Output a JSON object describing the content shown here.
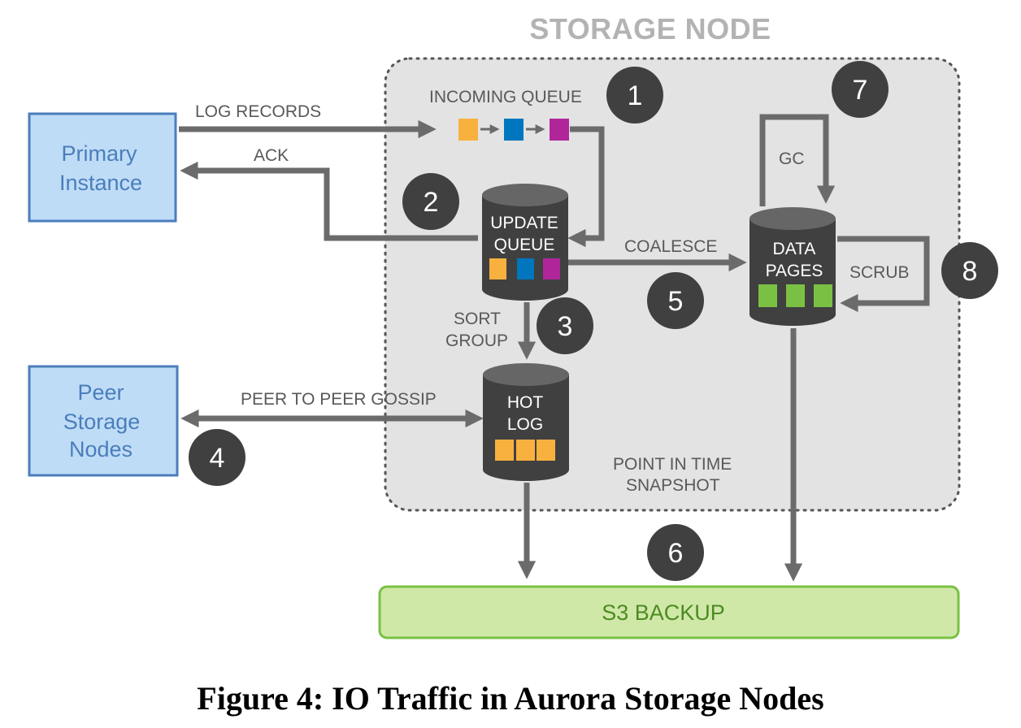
{
  "title": "STORAGE NODE",
  "caption": "Figure 4: IO Traffic in Aurora Storage Nodes",
  "boxes": {
    "primary": [
      "Primary",
      "Instance"
    ],
    "peer": [
      "Peer",
      "Storage",
      "Nodes"
    ],
    "s3": "S3 BACKUP"
  },
  "cylinders": {
    "update_queue": [
      "UPDATE",
      "QUEUE"
    ],
    "hot_log": [
      "HOT",
      "LOG"
    ],
    "data_pages": [
      "DATA",
      "PAGES"
    ]
  },
  "labels": {
    "log_records": "LOG RECORDS",
    "ack": "ACK",
    "incoming_queue": "INCOMING QUEUE",
    "coalesce": "COALESCE",
    "gc": "GC",
    "scrub": "SCRUB",
    "sort": "SORT",
    "group": "GROUP",
    "gossip": "PEER TO PEER GOSSIP",
    "pit1": "POINT IN TIME",
    "pit2": "SNAPSHOT"
  },
  "steps": [
    "1",
    "2",
    "3",
    "4",
    "5",
    "6",
    "7",
    "8"
  ],
  "colors": {
    "orange": "#f8b13f",
    "blue": "#0076be",
    "magenta": "#b0269a",
    "green": "#7ac143",
    "node_bg": "#e3e3e3",
    "box_fill": "#bfdcf7",
    "box_stroke": "#4a7ebb",
    "s3_fill": "#cfe8a8",
    "s3_stroke": "#7ac143",
    "cylinder": "#404040",
    "arrow": "#6b6b6b"
  }
}
